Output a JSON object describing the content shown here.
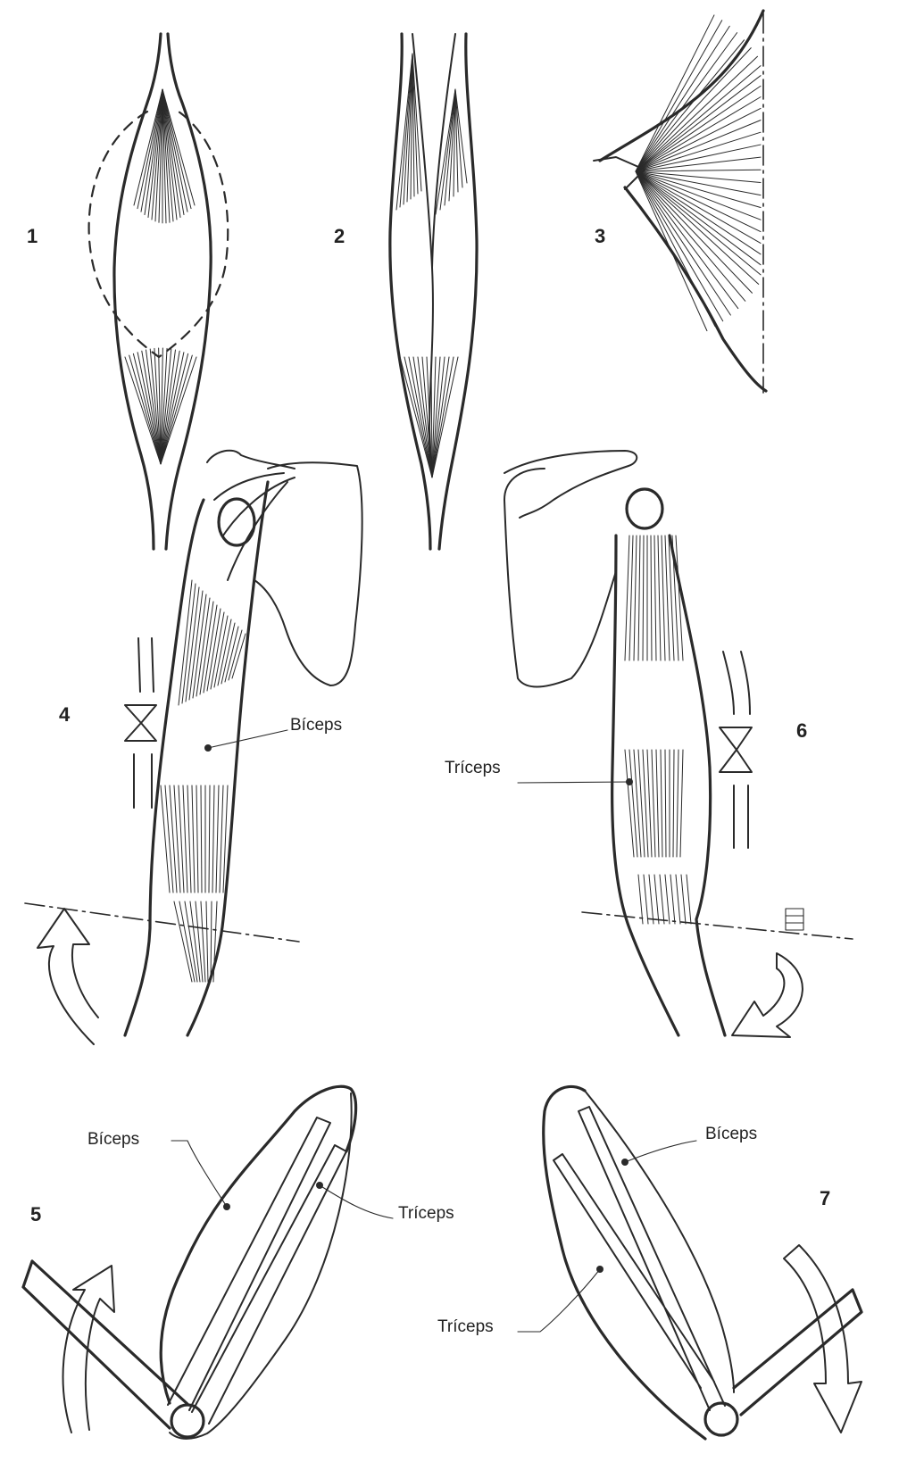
{
  "figure_numbers": [
    "1",
    "2",
    "3",
    "4",
    "5",
    "6",
    "7"
  ],
  "labels": {
    "fig4_biceps": "Bíceps",
    "fig6_triceps": "Tríceps",
    "fig5_biceps": "Bíceps",
    "fig5_triceps": "Tríceps",
    "fig7_biceps": "Bíceps",
    "fig7_triceps": "Tríceps"
  },
  "colors": {
    "ink": "#2a2a2a",
    "paper": "#ffffff"
  }
}
